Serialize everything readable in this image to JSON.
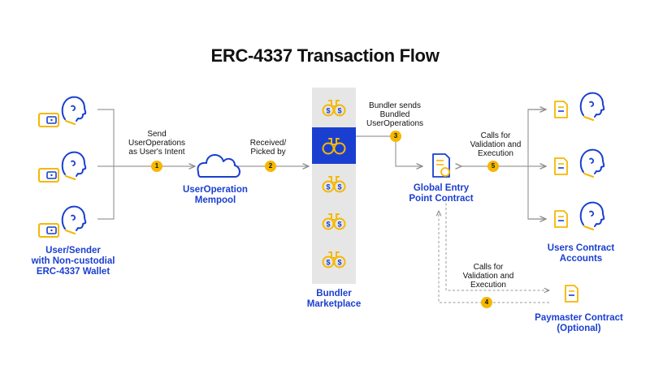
{
  "title": "ERC-4337 Transaction Flow",
  "nodes": {
    "user_sender": "User/Sender\nwith Non-custodial\nERC-4337 Wallet",
    "mempool": "UserOperation\nMempool",
    "bundler_marketplace": "Bundler\nMarketplace",
    "entry_point": "Global Entry\nPoint Contract",
    "users_contract_accounts": "Users Contract\nAccounts",
    "paymaster": "Paymaster Contract\n(Optional)"
  },
  "steps": [
    {
      "number": "1",
      "label": "Send\nUserOperations\nas User's Intent"
    },
    {
      "number": "2",
      "label": "Received/\nPicked by"
    },
    {
      "number": "3",
      "label": "Bundler sends\nBundled\nUserOperations"
    },
    {
      "number": "4",
      "label": "Calls for\nValidation and\nExecution"
    },
    {
      "number": "5",
      "label": "Calls for\nValidation and\nExecution"
    }
  ],
  "icons": {
    "user": "user-head-icon",
    "wallet": "wallet-icon",
    "cloud": "cloud-icon",
    "bundler": "binoculars-icon",
    "contract": "document-icon"
  },
  "colors": {
    "primary_blue": "#1a3fd0",
    "accent_yellow": "#f5b800",
    "line_gray": "#9a9a9a",
    "marketplace_bg": "#e6e6e6"
  }
}
